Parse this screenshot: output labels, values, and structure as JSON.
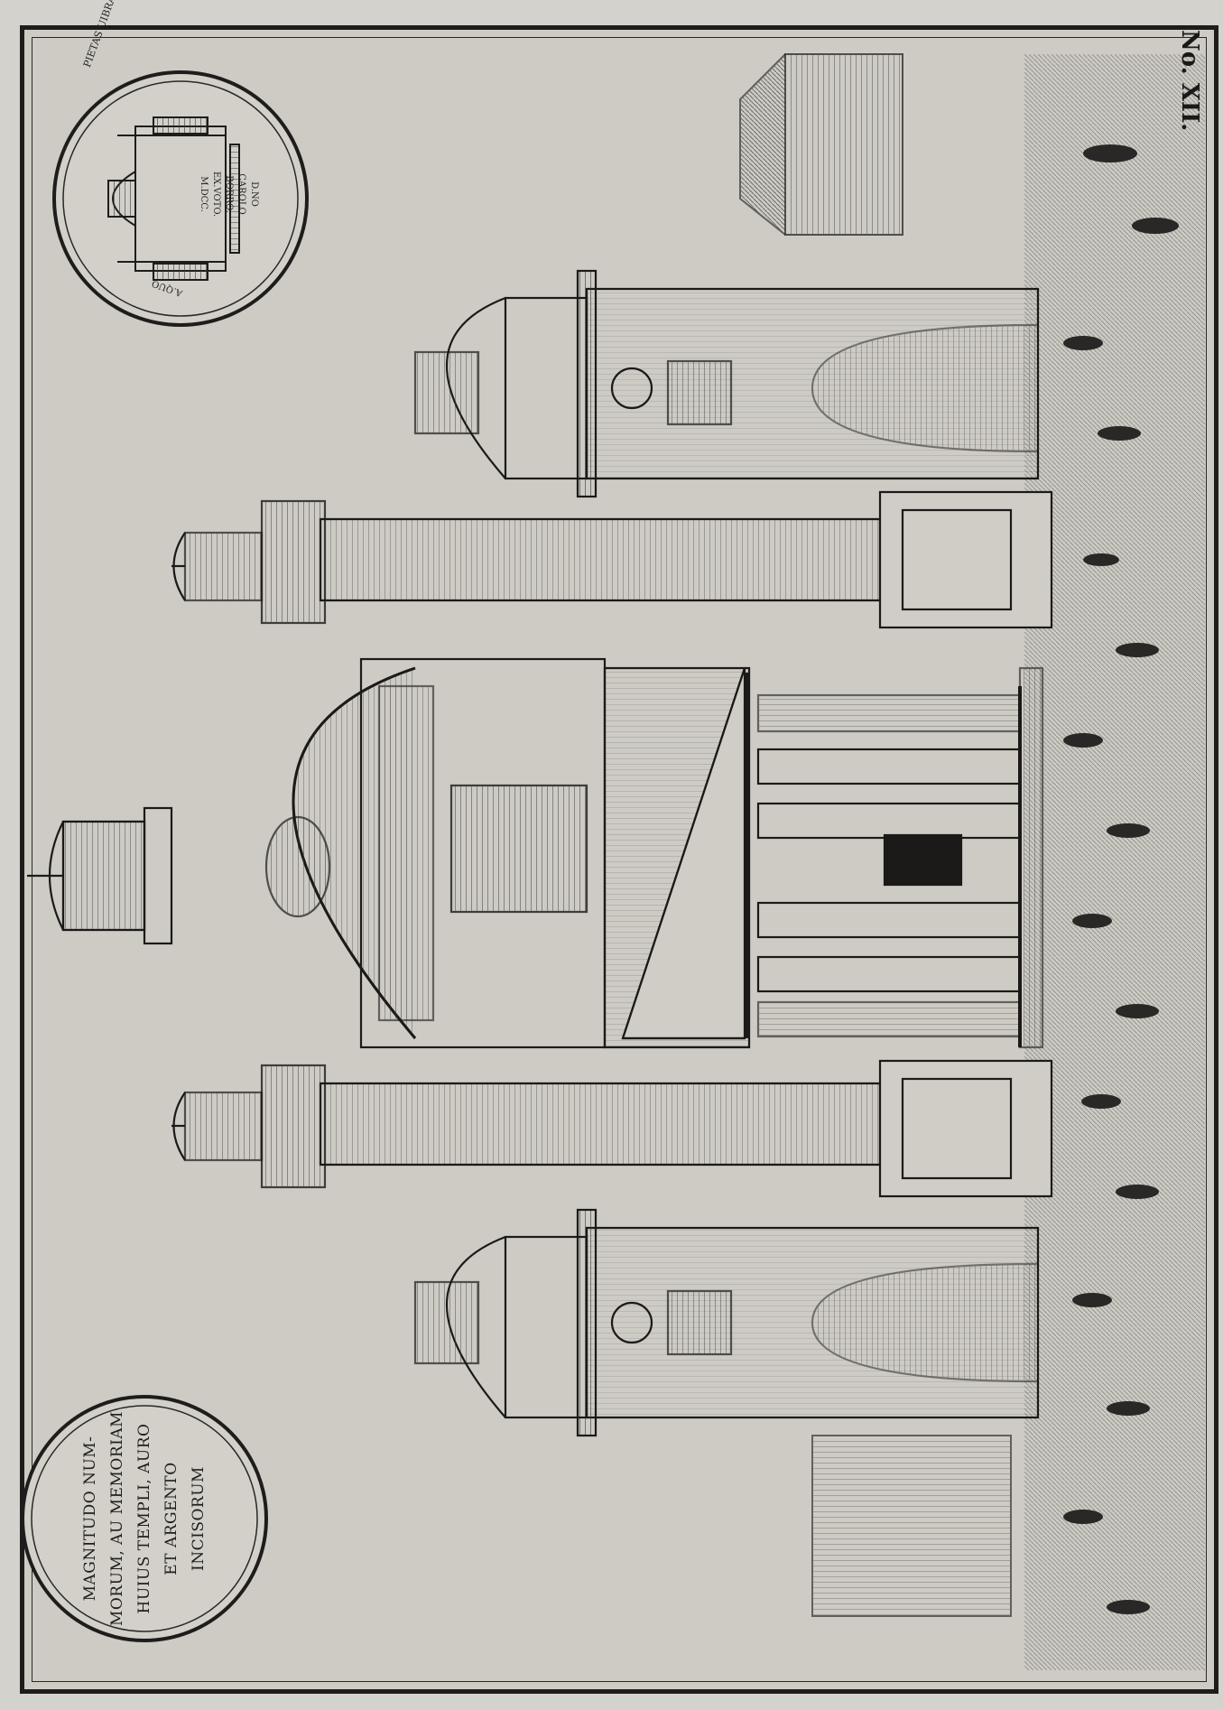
{
  "plate": {
    "number": "No. XII."
  },
  "medal_left": {
    "lines": [
      "MAGNITUDO NUM-",
      "MORUM, AU MEMORIAM",
      "HUIUS TEMPLI, AURO",
      "ET ARGENTO",
      "INCISORUM"
    ]
  },
  "medal_right": {
    "top_text": "PIETAS UIBRAEVS",
    "bottom_text": "D.NO CAROLO BORRO. EX.VOTO. M.DCC.",
    "arc_text": "A.QUO"
  },
  "colors": {
    "ink": "#1f1d1b",
    "paper": "#cdcbc4"
  }
}
